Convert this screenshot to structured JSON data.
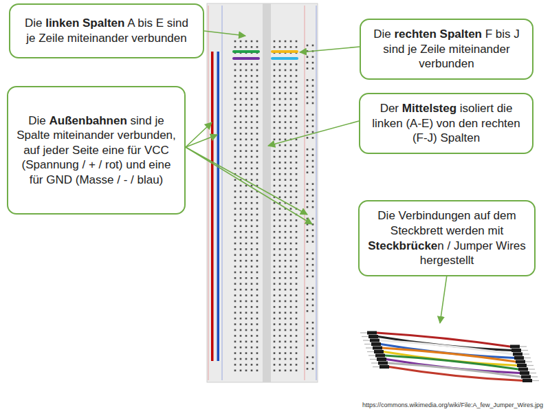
{
  "diagram": {
    "nodes": [
      {
        "text": [
          "Die linken Spalten A bis E sind je Zeile miteinander verbunden"
        ]
      },
      {
        "text": [
          "Die rechten Spalten F bis J sind je Zeile miteinander verbunden"
        ]
      },
      {
        "text": [
          "Die Außenbahnen sind je Spalte miteinander verbunden, auf jeder Seite eine für VCC (Spannung / + / rot) und eine für GND (Masse / - / blau)"
        ]
      },
      {
        "text": [
          "Der Mittelsteg isoliert die linken (A-E) von den rechten (F-J) Spalten"
        ]
      },
      {
        "text": [
          "Die Verbindungen auf dem Steckbrett werden mit Steckbrücken / Jumper Wires hergestellt"
        ]
      }
    ],
    "labels": [
      "https://commons.wikimedia.org/wiki/File:A_few_Jumper_Wires.jpg"
    ]
  }
}
